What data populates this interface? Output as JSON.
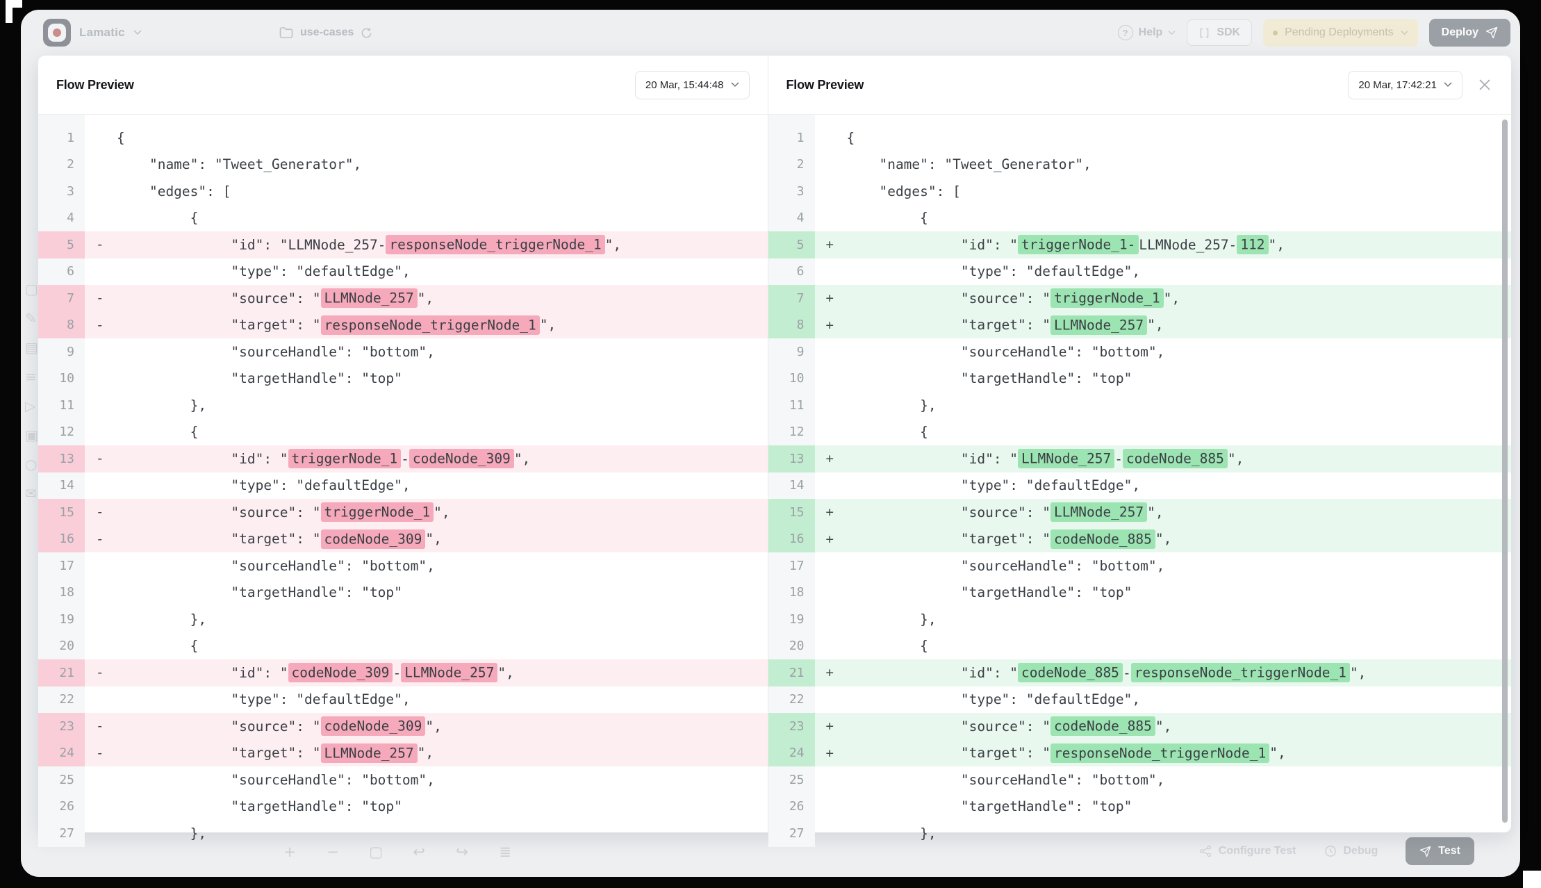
{
  "topbar": {
    "brand": "Lamatic",
    "breadcrumb": "use-cases",
    "help_label": "Help",
    "sdk_label": "SDK",
    "pending_label": "Pending Deployments",
    "deploy_label": "Deploy"
  },
  "sidebar": {
    "icons": [
      "▢",
      "✎",
      "▤",
      "≡",
      "▷",
      "▣",
      "○",
      "✉"
    ]
  },
  "bottombar": {
    "tools": [
      "+",
      "−",
      "▢",
      "↩",
      "↪",
      "≣"
    ],
    "configure_test_label": "Configure Test",
    "debug_label": "Debug",
    "test_label": "Test"
  },
  "colors": {
    "removed_row": "#fdeef2",
    "removed_gutter": "#f9ced8",
    "removed_token": "#f6a9bb",
    "added_row": "#e9f8ee",
    "added_gutter": "#c3edd0",
    "added_token": "#9ce4b2"
  },
  "panels": [
    {
      "title": "Flow Preview",
      "timestamp": "20 Mar, 15:44:48",
      "change": "removed",
      "marker": "-",
      "lines": [
        {
          "num": 1,
          "changed": false,
          "seg": [
            {
              "t": "{"
            }
          ]
        },
        {
          "num": 2,
          "changed": false,
          "seg": [
            {
              "t": "    \"name\": \"Tweet_Generator\","
            }
          ]
        },
        {
          "num": 3,
          "changed": false,
          "seg": [
            {
              "t": "    \"edges\": ["
            }
          ]
        },
        {
          "num": 4,
          "changed": false,
          "seg": [
            {
              "t": "         {"
            }
          ]
        },
        {
          "num": 5,
          "changed": true,
          "seg": [
            {
              "t": "              \"id\": \"LLMNode_257-"
            },
            {
              "t": "responseNode_triggerNode_1",
              "h": true
            },
            {
              "t": "\","
            }
          ]
        },
        {
          "num": 6,
          "changed": false,
          "seg": [
            {
              "t": "              \"type\": \"defaultEdge\","
            }
          ]
        },
        {
          "num": 7,
          "changed": true,
          "seg": [
            {
              "t": "              \"source\": \""
            },
            {
              "t": "LLMNode_257",
              "h": true
            },
            {
              "t": "\","
            }
          ]
        },
        {
          "num": 8,
          "changed": true,
          "seg": [
            {
              "t": "              \"target\": \""
            },
            {
              "t": "responseNode_triggerNode_1",
              "h": true
            },
            {
              "t": "\","
            }
          ]
        },
        {
          "num": 9,
          "changed": false,
          "seg": [
            {
              "t": "              \"sourceHandle\": \"bottom\","
            }
          ]
        },
        {
          "num": 10,
          "changed": false,
          "seg": [
            {
              "t": "              \"targetHandle\": \"top\""
            }
          ]
        },
        {
          "num": 11,
          "changed": false,
          "seg": [
            {
              "t": "         },"
            }
          ]
        },
        {
          "num": 12,
          "changed": false,
          "seg": [
            {
              "t": "         {"
            }
          ]
        },
        {
          "num": 13,
          "changed": true,
          "seg": [
            {
              "t": "              \"id\": \""
            },
            {
              "t": "triggerNode_1",
              "h": true
            },
            {
              "t": "-"
            },
            {
              "t": "codeNode_309",
              "h": true
            },
            {
              "t": "\","
            }
          ]
        },
        {
          "num": 14,
          "changed": false,
          "seg": [
            {
              "t": "              \"type\": \"defaultEdge\","
            }
          ]
        },
        {
          "num": 15,
          "changed": true,
          "seg": [
            {
              "t": "              \"source\": \""
            },
            {
              "t": "triggerNode_1",
              "h": true
            },
            {
              "t": "\","
            }
          ]
        },
        {
          "num": 16,
          "changed": true,
          "seg": [
            {
              "t": "              \"target\": \""
            },
            {
              "t": "codeNode_309",
              "h": true
            },
            {
              "t": "\","
            }
          ]
        },
        {
          "num": 17,
          "changed": false,
          "seg": [
            {
              "t": "              \"sourceHandle\": \"bottom\","
            }
          ]
        },
        {
          "num": 18,
          "changed": false,
          "seg": [
            {
              "t": "              \"targetHandle\": \"top\""
            }
          ]
        },
        {
          "num": 19,
          "changed": false,
          "seg": [
            {
              "t": "         },"
            }
          ]
        },
        {
          "num": 20,
          "changed": false,
          "seg": [
            {
              "t": "         {"
            }
          ]
        },
        {
          "num": 21,
          "changed": true,
          "seg": [
            {
              "t": "              \"id\": \""
            },
            {
              "t": "codeNode_309",
              "h": true
            },
            {
              "t": "-"
            },
            {
              "t": "LLMNode_257",
              "h": true
            },
            {
              "t": "\","
            }
          ]
        },
        {
          "num": 22,
          "changed": false,
          "seg": [
            {
              "t": "              \"type\": \"defaultEdge\","
            }
          ]
        },
        {
          "num": 23,
          "changed": true,
          "seg": [
            {
              "t": "              \"source\": \""
            },
            {
              "t": "codeNode_309",
              "h": true
            },
            {
              "t": "\","
            }
          ]
        },
        {
          "num": 24,
          "changed": true,
          "seg": [
            {
              "t": "              \"target\": \""
            },
            {
              "t": "LLMNode_257",
              "h": true
            },
            {
              "t": "\","
            }
          ]
        },
        {
          "num": 25,
          "changed": false,
          "seg": [
            {
              "t": "              \"sourceHandle\": \"bottom\","
            }
          ]
        },
        {
          "num": 26,
          "changed": false,
          "seg": [
            {
              "t": "              \"targetHandle\": \"top\""
            }
          ]
        },
        {
          "num": 27,
          "changed": false,
          "seg": [
            {
              "t": "         },"
            }
          ]
        }
      ]
    },
    {
      "title": "Flow Preview",
      "timestamp": "20 Mar, 17:42:21",
      "change": "added",
      "marker": "+",
      "lines": [
        {
          "num": 1,
          "changed": false,
          "seg": [
            {
              "t": "{"
            }
          ]
        },
        {
          "num": 2,
          "changed": false,
          "seg": [
            {
              "t": "    \"name\": \"Tweet_Generator\","
            }
          ]
        },
        {
          "num": 3,
          "changed": false,
          "seg": [
            {
              "t": "    \"edges\": ["
            }
          ]
        },
        {
          "num": 4,
          "changed": false,
          "seg": [
            {
              "t": "         {"
            }
          ]
        },
        {
          "num": 5,
          "changed": true,
          "seg": [
            {
              "t": "              \"id\": \""
            },
            {
              "t": "triggerNode_1-",
              "h": true
            },
            {
              "t": "LLMNode_257-"
            },
            {
              "t": "112",
              "h": true
            },
            {
              "t": "\","
            }
          ]
        },
        {
          "num": 6,
          "changed": false,
          "seg": [
            {
              "t": "              \"type\": \"defaultEdge\","
            }
          ]
        },
        {
          "num": 7,
          "changed": true,
          "seg": [
            {
              "t": "              \"source\": \""
            },
            {
              "t": "triggerNode_1",
              "h": true
            },
            {
              "t": "\","
            }
          ]
        },
        {
          "num": 8,
          "changed": true,
          "seg": [
            {
              "t": "              \"target\": \""
            },
            {
              "t": "LLMNode_257",
              "h": true
            },
            {
              "t": "\","
            }
          ]
        },
        {
          "num": 9,
          "changed": false,
          "seg": [
            {
              "t": "              \"sourceHandle\": \"bottom\","
            }
          ]
        },
        {
          "num": 10,
          "changed": false,
          "seg": [
            {
              "t": "              \"targetHandle\": \"top\""
            }
          ]
        },
        {
          "num": 11,
          "changed": false,
          "seg": [
            {
              "t": "         },"
            }
          ]
        },
        {
          "num": 12,
          "changed": false,
          "seg": [
            {
              "t": "         {"
            }
          ]
        },
        {
          "num": 13,
          "changed": true,
          "seg": [
            {
              "t": "              \"id\": \""
            },
            {
              "t": "LLMNode_257",
              "h": true
            },
            {
              "t": "-"
            },
            {
              "t": "codeNode_885",
              "h": true
            },
            {
              "t": "\","
            }
          ]
        },
        {
          "num": 14,
          "changed": false,
          "seg": [
            {
              "t": "              \"type\": \"defaultEdge\","
            }
          ]
        },
        {
          "num": 15,
          "changed": true,
          "seg": [
            {
              "t": "              \"source\": \""
            },
            {
              "t": "LLMNode_257",
              "h": true
            },
            {
              "t": "\","
            }
          ]
        },
        {
          "num": 16,
          "changed": true,
          "seg": [
            {
              "t": "              \"target\": \""
            },
            {
              "t": "codeNode_885",
              "h": true
            },
            {
              "t": "\","
            }
          ]
        },
        {
          "num": 17,
          "changed": false,
          "seg": [
            {
              "t": "              \"sourceHandle\": \"bottom\","
            }
          ]
        },
        {
          "num": 18,
          "changed": false,
          "seg": [
            {
              "t": "              \"targetHandle\": \"top\""
            }
          ]
        },
        {
          "num": 19,
          "changed": false,
          "seg": [
            {
              "t": "         },"
            }
          ]
        },
        {
          "num": 20,
          "changed": false,
          "seg": [
            {
              "t": "         {"
            }
          ]
        },
        {
          "num": 21,
          "changed": true,
          "seg": [
            {
              "t": "              \"id\": \""
            },
            {
              "t": "codeNode_885",
              "h": true
            },
            {
              "t": "-"
            },
            {
              "t": "responseNode_triggerNode_1",
              "h": true
            },
            {
              "t": "\","
            }
          ]
        },
        {
          "num": 22,
          "changed": false,
          "seg": [
            {
              "t": "              \"type\": \"defaultEdge\","
            }
          ]
        },
        {
          "num": 23,
          "changed": true,
          "seg": [
            {
              "t": "              \"source\": \""
            },
            {
              "t": "codeNode_885",
              "h": true
            },
            {
              "t": "\","
            }
          ]
        },
        {
          "num": 24,
          "changed": true,
          "seg": [
            {
              "t": "              \"target\": \""
            },
            {
              "t": "responseNode_triggerNode_1",
              "h": true
            },
            {
              "t": "\","
            }
          ]
        },
        {
          "num": 25,
          "changed": false,
          "seg": [
            {
              "t": "              \"sourceHandle\": \"bottom\","
            }
          ]
        },
        {
          "num": 26,
          "changed": false,
          "seg": [
            {
              "t": "              \"targetHandle\": \"top\""
            }
          ]
        },
        {
          "num": 27,
          "changed": false,
          "seg": [
            {
              "t": "         },"
            }
          ]
        }
      ]
    }
  ]
}
